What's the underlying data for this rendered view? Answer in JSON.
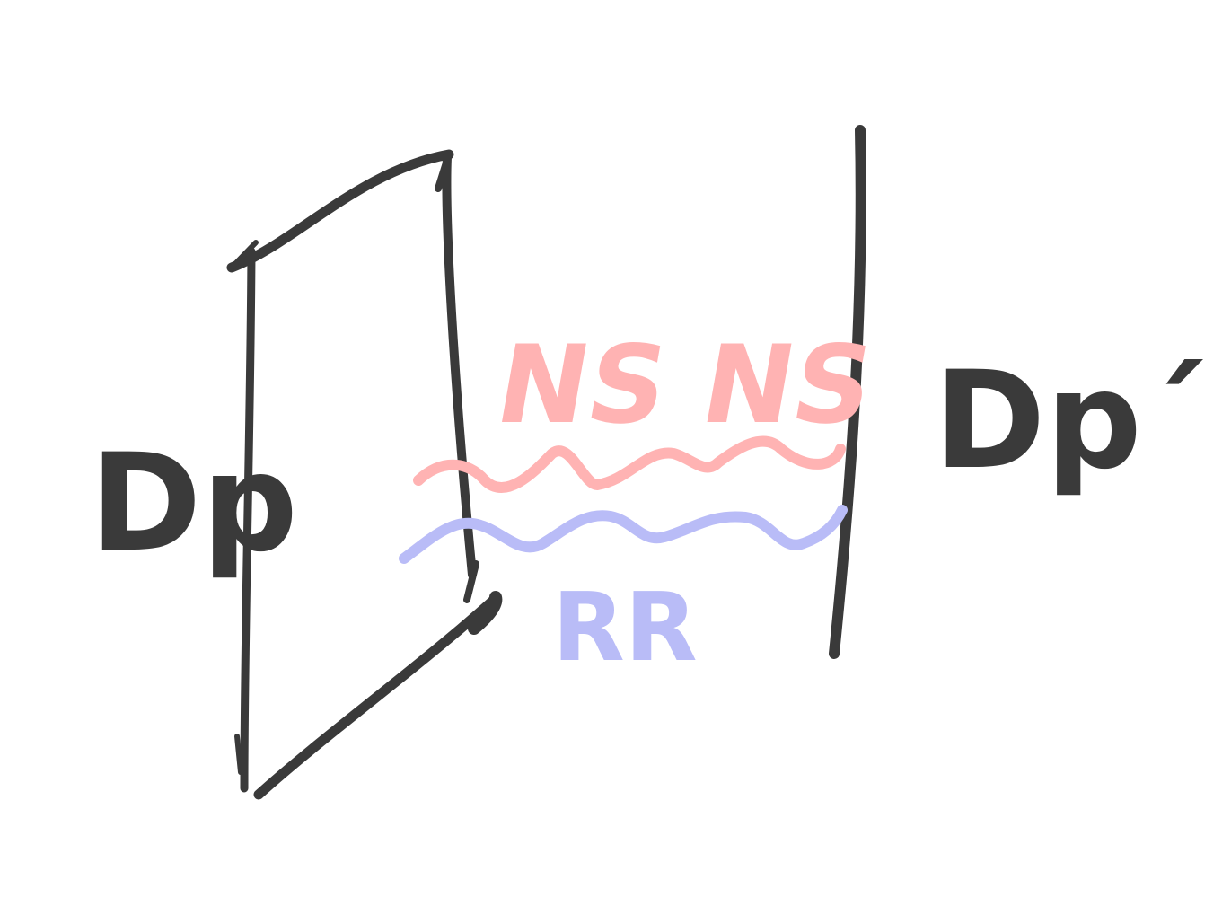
{
  "labels": {
    "left_brane": "Dp",
    "right_brane": "Dp´",
    "upper_string": "NS NS",
    "lower_string": "RR"
  },
  "colors": {
    "ink": "#3a3a3a",
    "ns_ns": "#ffb3b3",
    "rr": "#b9bcf7",
    "background": "#ffffff"
  }
}
